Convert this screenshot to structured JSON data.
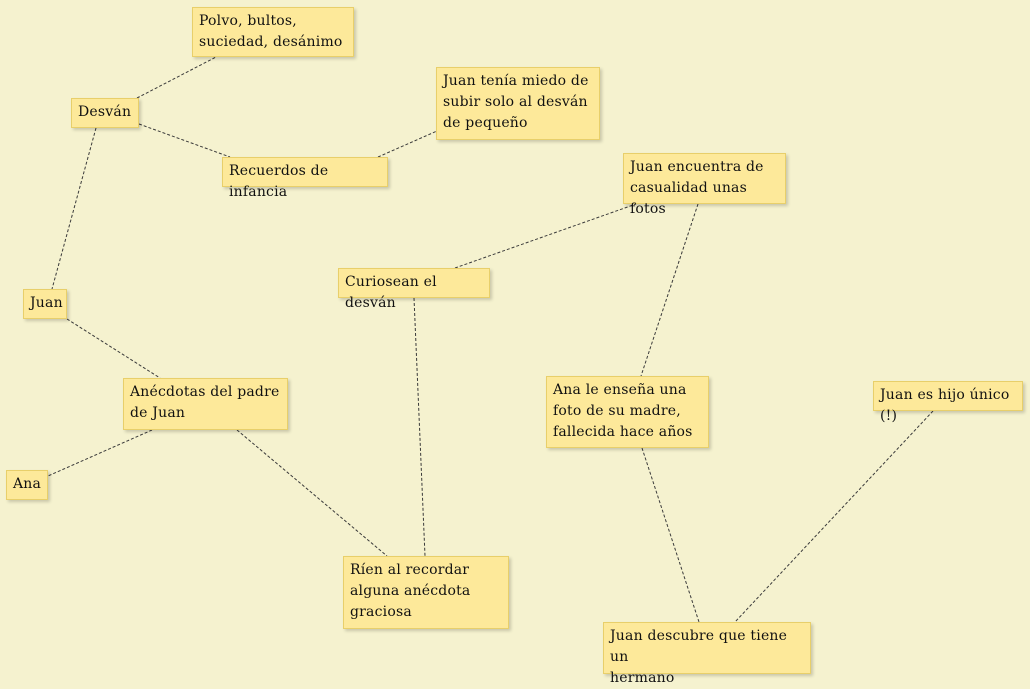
{
  "notes": [
    {
      "id": "polvo",
      "text": "Polvo, bultos,\nsuciedad, desánimo"
    },
    {
      "id": "desvan",
      "text": "Desván"
    },
    {
      "id": "miedo",
      "text": "Juan tenía miedo de\nsubir solo al desván\nde pequeño"
    },
    {
      "id": "recuerdos",
      "text": "Recuerdos de infancia"
    },
    {
      "id": "encuentra",
      "text": "Juan encuentra de\ncasualidad unas fotos"
    },
    {
      "id": "curiosean",
      "text": "Curiosean el desván"
    },
    {
      "id": "juan",
      "text": "Juan"
    },
    {
      "id": "anecdotas",
      "text": "Anécdotas del padre\nde Juan"
    },
    {
      "id": "ana",
      "text": "Ana"
    },
    {
      "id": "ensena",
      "text": "Ana le enseña una\nfoto de su madre,\nfallecida hace años"
    },
    {
      "id": "hijo",
      "text": "Juan es hijo único (!)"
    },
    {
      "id": "rien",
      "text": "Ríen al recordar\nalguna anécdota\ngraciosa"
    },
    {
      "id": "hermano",
      "text": "Juan descubre que tiene un\nhermano"
    }
  ],
  "links": [
    [
      "desvan",
      "polvo"
    ],
    [
      "desvan",
      "recuerdos"
    ],
    [
      "recuerdos",
      "miedo"
    ],
    [
      "desvan",
      "juan"
    ],
    [
      "juan",
      "anecdotas"
    ],
    [
      "anecdotas",
      "ana"
    ],
    [
      "anecdotas",
      "rien"
    ],
    [
      "curiosean",
      "rien"
    ],
    [
      "curiosean",
      "encuentra"
    ],
    [
      "encuentra",
      "ensena"
    ],
    [
      "ensena",
      "hermano"
    ],
    [
      "hijo",
      "hermano"
    ]
  ]
}
